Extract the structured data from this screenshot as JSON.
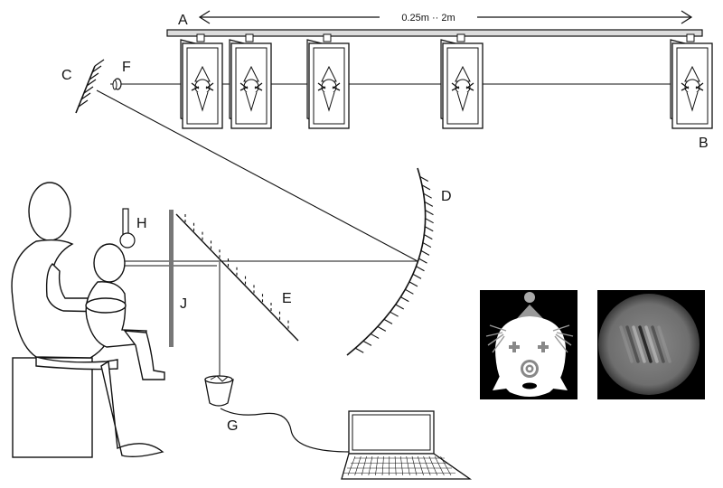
{
  "labels": {
    "A": "A",
    "B": "B",
    "C": "C",
    "D": "D",
    "E": "E",
    "F": "F",
    "G": "G",
    "H": "H",
    "J": "J"
  },
  "distance_range": "0.25m ·· 2m",
  "icons": {
    "stimulus_card": "clown-card-icon",
    "laptop": "laptop-icon",
    "camera": "eye-tracker-icon",
    "light": "lamp-icon"
  },
  "stimuli": {
    "clown": "clown-stimulus-icon",
    "grating": "gabor-grating-stimulus-icon"
  },
  "colors": {
    "line": "#111111",
    "rail": "#dddddd",
    "stimulus_background": "#000000",
    "clown_face": "#ffffff",
    "clown_hat": "#999999",
    "grating_field": "#7a7a7a"
  }
}
